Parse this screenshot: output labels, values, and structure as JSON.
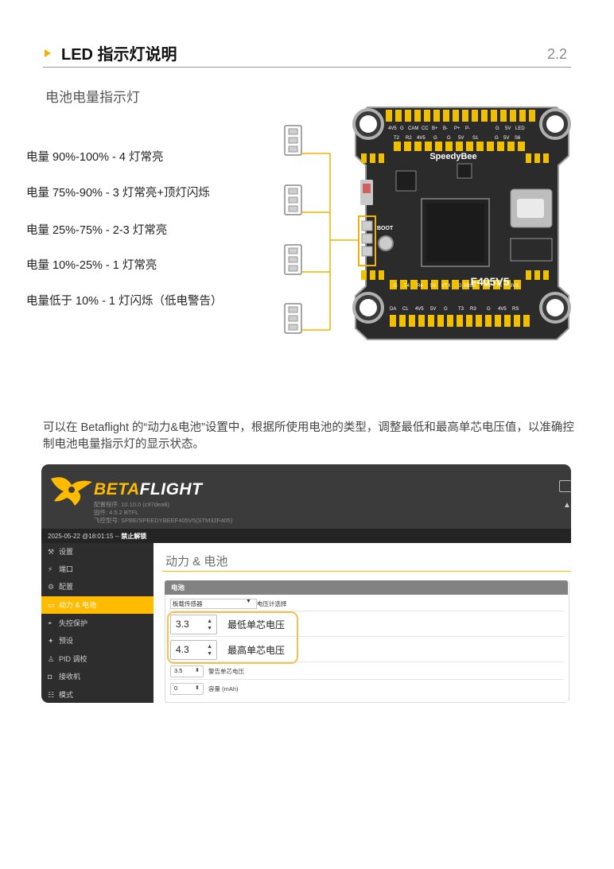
{
  "header": {
    "title": "LED 指示灯说明",
    "section_number": "2.2"
  },
  "subheading": "电池电量指示灯",
  "battery_levels": [
    "电量 90%-100% - 4 灯常亮",
    "电量 75%-90% - 3 灯常亮+顶灯闪烁",
    "电量 25%-75% - 2-3 灯常亮",
    "电量 10%-25% - 1 灯常亮",
    "电量低于 10% - 1 灯闪烁（低电警告）"
  ],
  "board": {
    "brand": "SpeedyBee",
    "model": "F405V5",
    "boot_label": "BOOT",
    "top_pads": [
      "4V5",
      "G",
      "CAM",
      "CC",
      "B+",
      "B-",
      "P+",
      "P-",
      "G",
      "5V",
      "LED"
    ],
    "row2_pads": [
      "T2",
      "R2",
      "4V5",
      "G",
      "G",
      "5V",
      "S1",
      "G",
      "5V",
      "S6"
    ],
    "bottom_row1": [
      "G",
      "T4",
      "R4",
      "5V",
      "VTX",
      "G SBUS",
      "R6",
      "T6",
      "3V3"
    ],
    "bottom_row2": [
      "DA",
      "CL",
      "4V5",
      "5V",
      "G",
      "T3",
      "R3",
      "G",
      "4V5",
      "RS"
    ]
  },
  "description": "可以在 Betaflight 的“动力&电池”设置中，根据所使用电池的类型，调整最低和最高单芯电压值，以准确控制电池电量指示灯的显示状态。",
  "configurator": {
    "logo_prefix": "BETA",
    "logo_suffix": "FLIGHT",
    "info_lines": [
      "配置程序: 10.10.0 (c97dea8)",
      "固件: 4.5.2 BTFL",
      "飞控型号: SPBE/SPEEDYBEEF405V5(STM32F405)"
    ],
    "status": "2025-05-22 @18:01:15 --",
    "status_bold": "禁止解锁",
    "nav": [
      {
        "icon": "wrench-icon",
        "glyph": "⚒",
        "label": "设置"
      },
      {
        "icon": "port-icon",
        "glyph": "⚡",
        "label": "端口"
      },
      {
        "icon": "gear-icon",
        "glyph": "⚙",
        "label": "配置"
      },
      {
        "icon": "battery-icon",
        "glyph": "▭",
        "label": "动力 & 电池"
      },
      {
        "icon": "failsafe-icon",
        "glyph": "◓",
        "label": "失控保护"
      },
      {
        "icon": "presets-icon",
        "glyph": "✦",
        "label": "预设"
      },
      {
        "icon": "pid-icon",
        "glyph": "♙",
        "label": "PID 调校"
      },
      {
        "icon": "receiver-icon",
        "glyph": "◘",
        "label": "接收机"
      },
      {
        "icon": "modes-icon",
        "glyph": "☷",
        "label": "模式"
      }
    ],
    "page_title": "动力 & 电池",
    "panel_title": "电池",
    "voltage_meter_select": "板载传感器",
    "voltage_meter_label": "电压计选择",
    "min_cell_value": "3.3",
    "min_cell_label": "最低单芯电压",
    "max_cell_value": "4.3",
    "max_cell_label": "最高单芯电压",
    "warning_cell_value": "3.5",
    "warning_cell_label": "警告单芯电压",
    "capacity_value": "0",
    "capacity_label": "容量 (mAh)"
  },
  "colors": {
    "accent": "#f2b200",
    "betaflight_yellow": "#ffbb00",
    "board": "#2b2b2b",
    "highlight": "#f2c14e"
  }
}
